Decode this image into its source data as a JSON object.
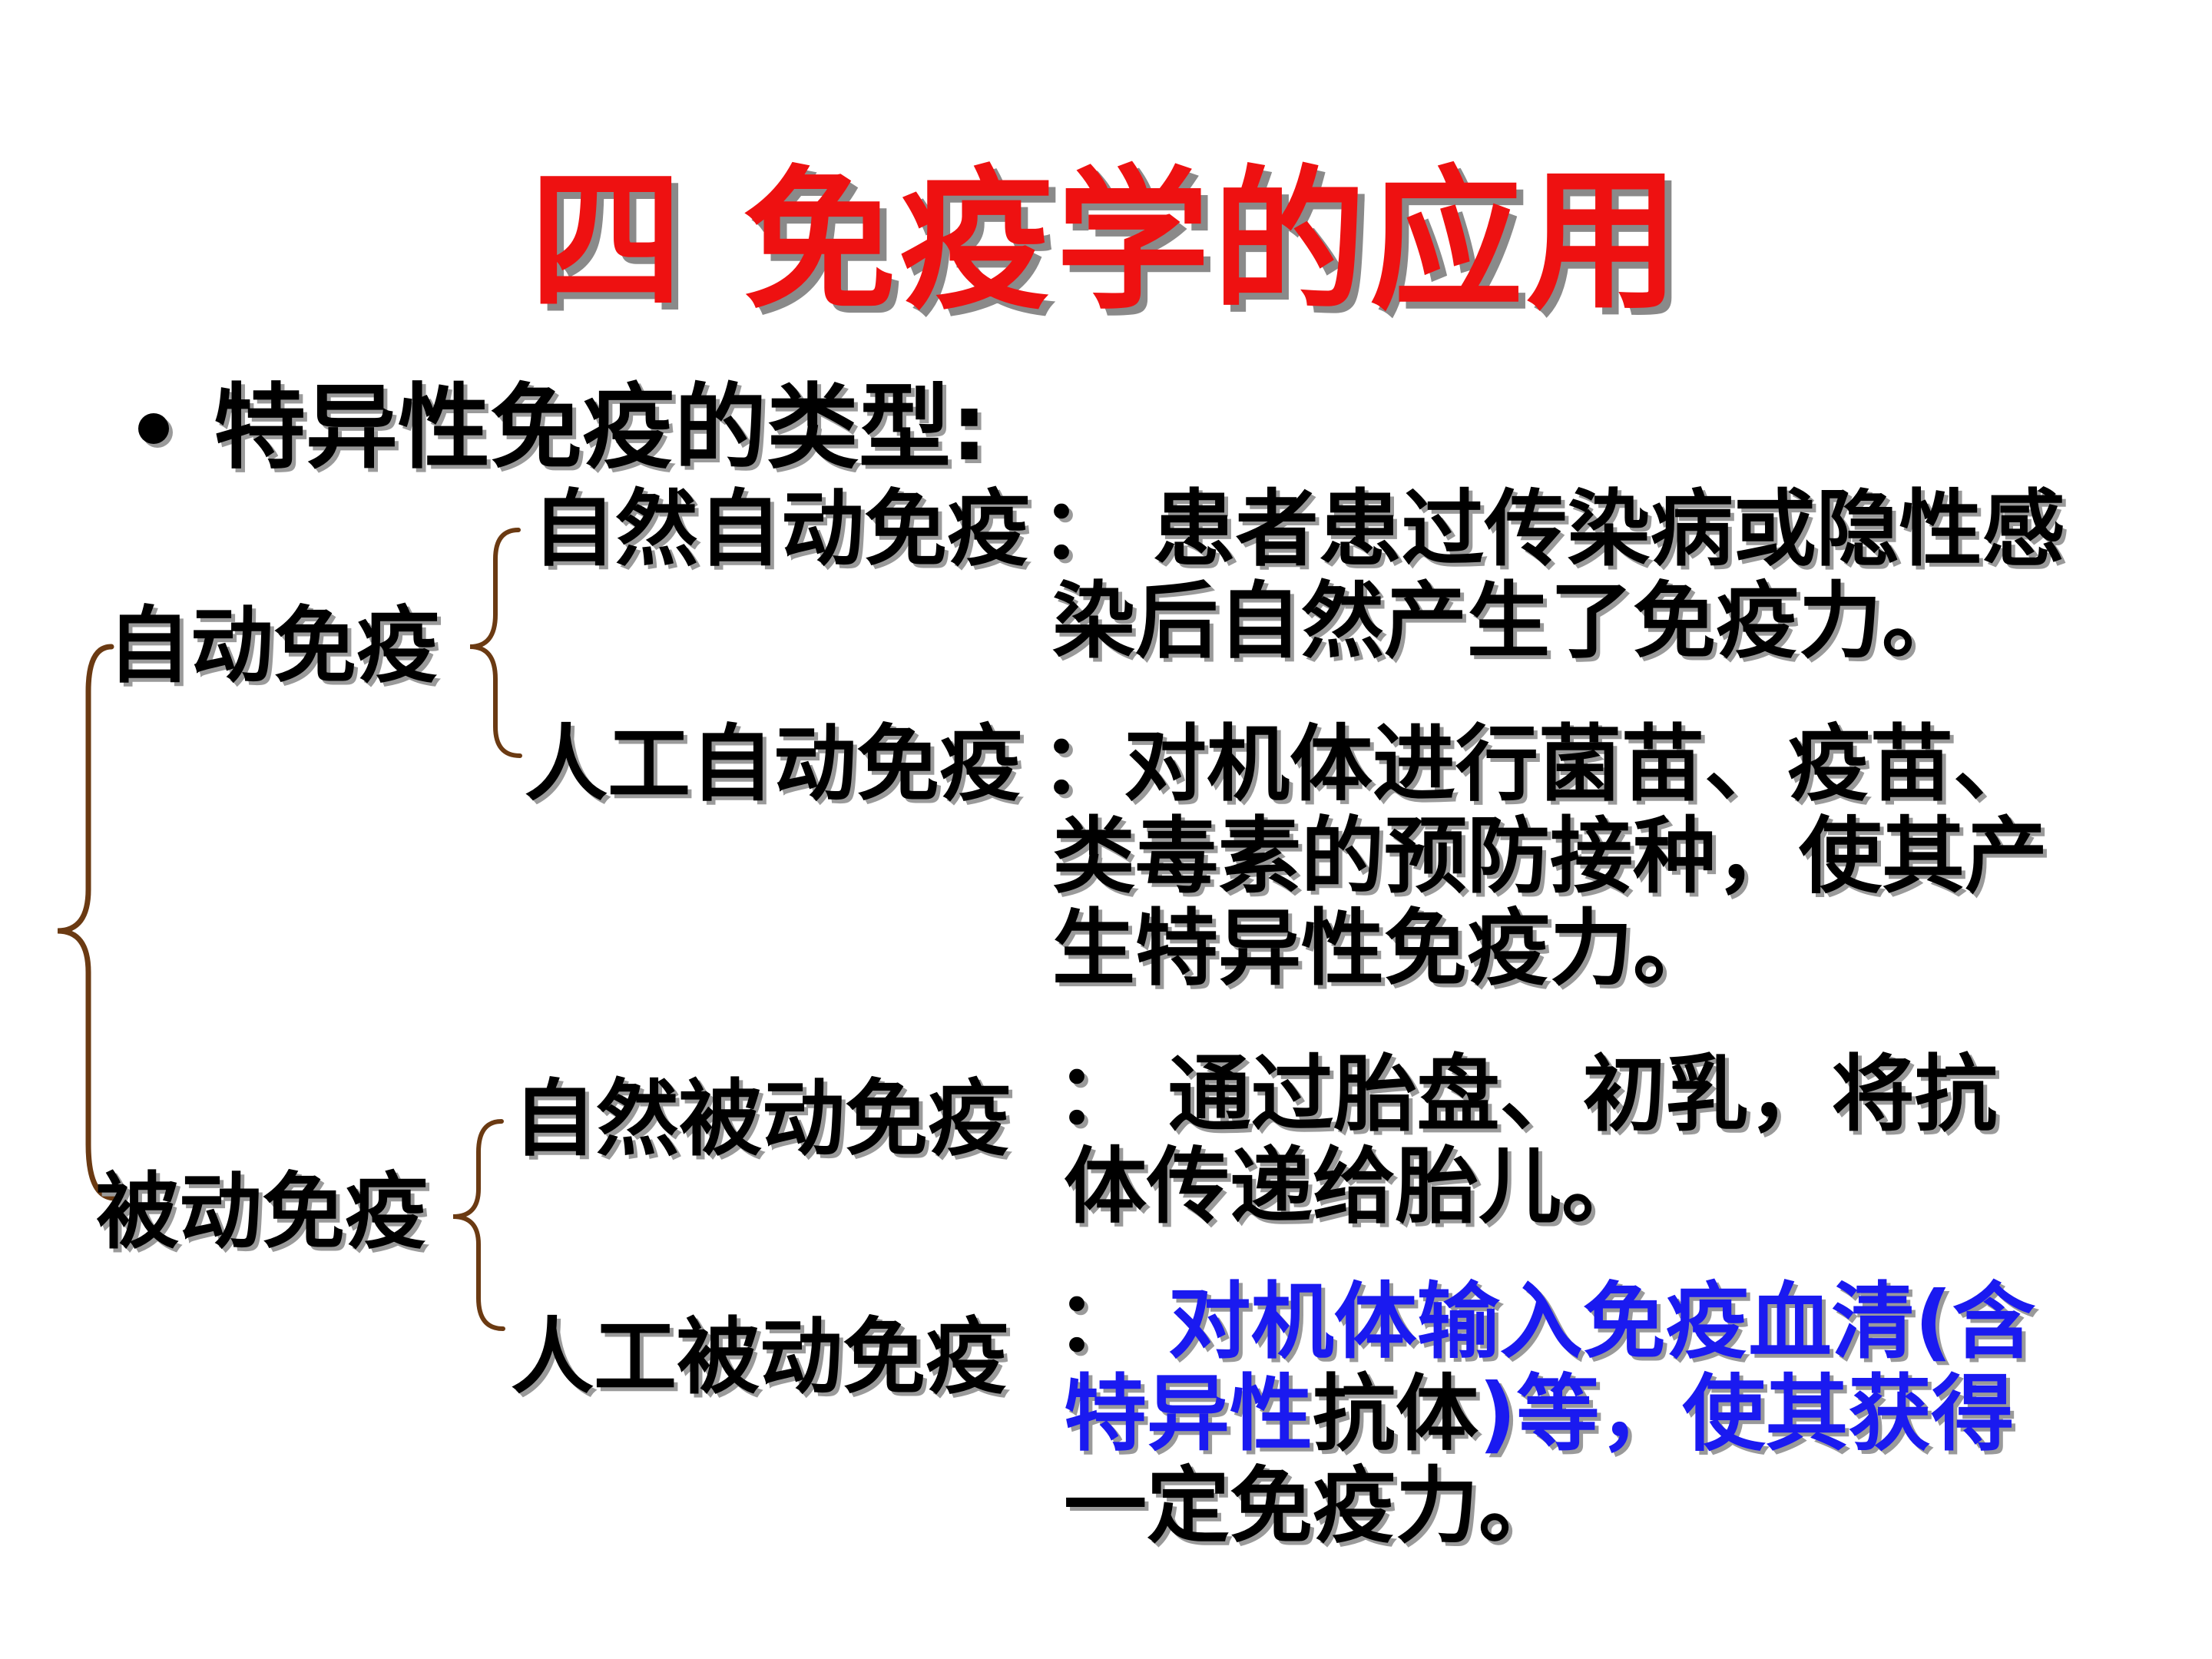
{
  "slide": {
    "title": "四  免疫学的应用",
    "bullet": {
      "text": "特异性免疫的类型:"
    },
    "groups": {
      "active": {
        "label": "自动免疫",
        "natural": {
          "term": "自然自动免疫",
          "line1": "：  患者患过传染病或隐性感",
          "line2": "染后自然产生了免疫力。"
        },
        "artificial": {
          "term": "人工自动免疫",
          "line1": "：对机体进行菌苗、疫苗、",
          "line2": "类毒素的预防接种，使其产",
          "line3": "生特异性免疫力。"
        }
      },
      "passive": {
        "label": "被动免疫",
        "natural": {
          "term": "自然被动免疫",
          "line1": "：  通过胎盘、初乳，将抗",
          "line2": "体传递给胎儿。"
        },
        "artificial": {
          "term": "人工被动免疫",
          "colon": "：  ",
          "line1": "对机体输入免疫血清(含",
          "line2_a": "特异性",
          "line2_b": "抗体",
          "line2_c": ")等，使其获得",
          "line3": "一定免疫力。"
        }
      }
    }
  },
  "colors": {
    "title": "#ee1111",
    "text": "#000000",
    "highlight": "#1a1af0",
    "brace": "#6b3a12",
    "shadow": "#9a9a9a"
  }
}
